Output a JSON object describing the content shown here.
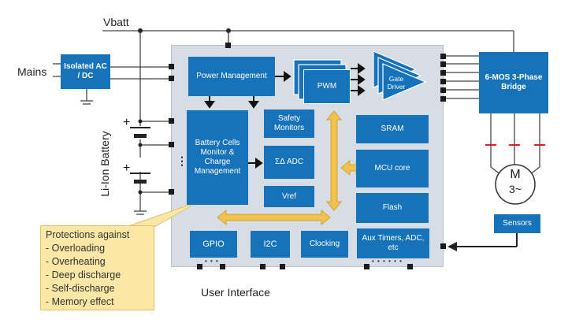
{
  "labels": {
    "vbatt": "Vbatt",
    "mains": "Mains",
    "battery": "Li-Ion Battery",
    "user_interface": "User Interface",
    "battery_dots": "⋮",
    "gpio_dots": "• • •",
    "aux_dots": "• • • • • •"
  },
  "blocks": {
    "isolated": "Isolated AC / DC",
    "power": "Power Management",
    "pwm": "PWM",
    "gate": "Gate Driver",
    "bridge": "6-MOS 3-Phase Bridge",
    "battery_monitor": "Battery Cells Monitor & Charge Management",
    "safety": "Safety Monitors",
    "adc": "ΣΔ ADC",
    "vref": "Vref",
    "sram": "SRAM",
    "mcu": "MCU core",
    "flash": "Flash",
    "sensors": "Sensors",
    "gpio": "GPIO",
    "i2c": "I2C",
    "clocking": "Clocking",
    "aux": "Aux Timers, ADC, etc"
  },
  "motor": {
    "letter": "M",
    "phase": "3~"
  },
  "protections": {
    "title": "Protections against",
    "items": [
      "Overloading",
      "Overheating",
      "Deep discharge",
      "Self-discharge",
      "Memory effect"
    ]
  },
  "colors": {
    "block": "#1672b9",
    "chip": "#d6dde5",
    "bus": "#f2c14e",
    "callout": "#fbe7a6",
    "marker": "#e02020"
  }
}
